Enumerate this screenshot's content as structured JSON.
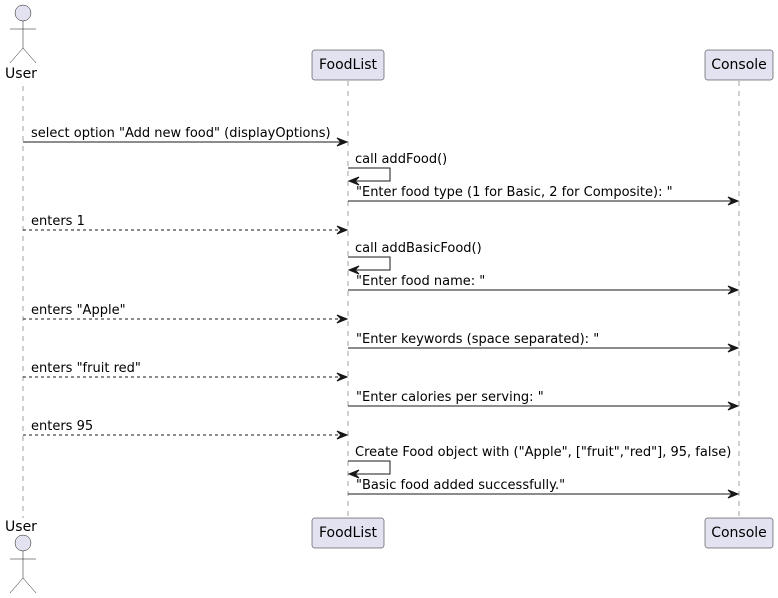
{
  "participants": {
    "user": {
      "label": "User",
      "kind": "actor"
    },
    "foodlist": {
      "label": "FoodList",
      "kind": "participant"
    },
    "console": {
      "label": "Console",
      "kind": "participant"
    }
  },
  "messages": [
    {
      "from": "user",
      "to": "foodlist",
      "style": "solid",
      "text": "select option \"Add new food\" (displayOptions)"
    },
    {
      "from": "foodlist",
      "to": "foodlist",
      "style": "solid",
      "text": "call addFood()"
    },
    {
      "from": "foodlist",
      "to": "console",
      "style": "solid",
      "text": "\"Enter food type (1 for Basic, 2 for Composite): \""
    },
    {
      "from": "user",
      "to": "foodlist",
      "style": "dashed",
      "text": "enters 1"
    },
    {
      "from": "foodlist",
      "to": "foodlist",
      "style": "solid",
      "text": "call addBasicFood()"
    },
    {
      "from": "foodlist",
      "to": "console",
      "style": "solid",
      "text": "\"Enter food name: \""
    },
    {
      "from": "user",
      "to": "foodlist",
      "style": "dashed",
      "text": "enters \"Apple\""
    },
    {
      "from": "foodlist",
      "to": "console",
      "style": "solid",
      "text": "\"Enter keywords (space separated): \""
    },
    {
      "from": "user",
      "to": "foodlist",
      "style": "dashed",
      "text": "enters \"fruit red\""
    },
    {
      "from": "foodlist",
      "to": "console",
      "style": "solid",
      "text": "\"Enter calories per serving: \""
    },
    {
      "from": "user",
      "to": "foodlist",
      "style": "dashed",
      "text": "enters 95"
    },
    {
      "from": "foodlist",
      "to": "foodlist",
      "style": "solid",
      "text": "Create Food object with (\"Apple\", [\"fruit\",\"red\"], 95, false)"
    },
    {
      "from": "foodlist",
      "to": "console",
      "style": "solid",
      "text": "\"Basic food added successfully.\""
    }
  ],
  "colors": {
    "participant_fill": "#e2e2f0",
    "border": "#181818",
    "lifeline": "#a0a0a0"
  }
}
